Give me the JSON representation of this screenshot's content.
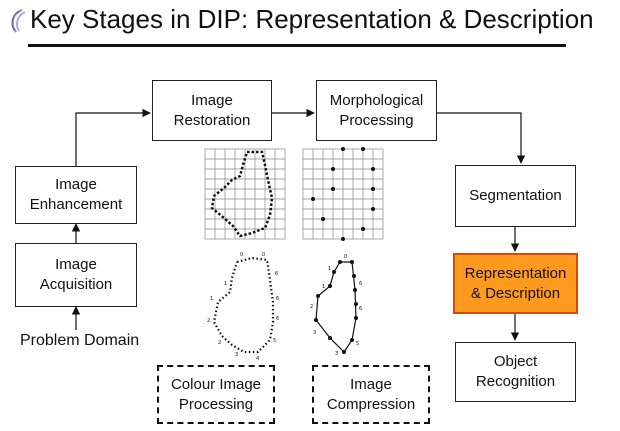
{
  "title": "Key Stages in DIP: Representation & Description",
  "stages": {
    "image_restoration": "Image\nRestoration",
    "morphological_processing": "Morphological\nProcessing",
    "image_enhancement": "Image\nEnhancement",
    "image_acquisition": "Image\nAcquisition",
    "segmentation": "Segmentation",
    "representation_description": "Representation\n& Description",
    "object_recognition": "Object\nRecognition",
    "colour_image_processing": "Colour Image\nProcessing",
    "image_compression": "Image\nCompression"
  },
  "problem_domain": "Problem Domain",
  "colors": {
    "highlight_fill": "#ff9a1e",
    "highlight_border": "#d24a1a"
  },
  "icons": [
    "decorative-swirl-icon"
  ]
}
